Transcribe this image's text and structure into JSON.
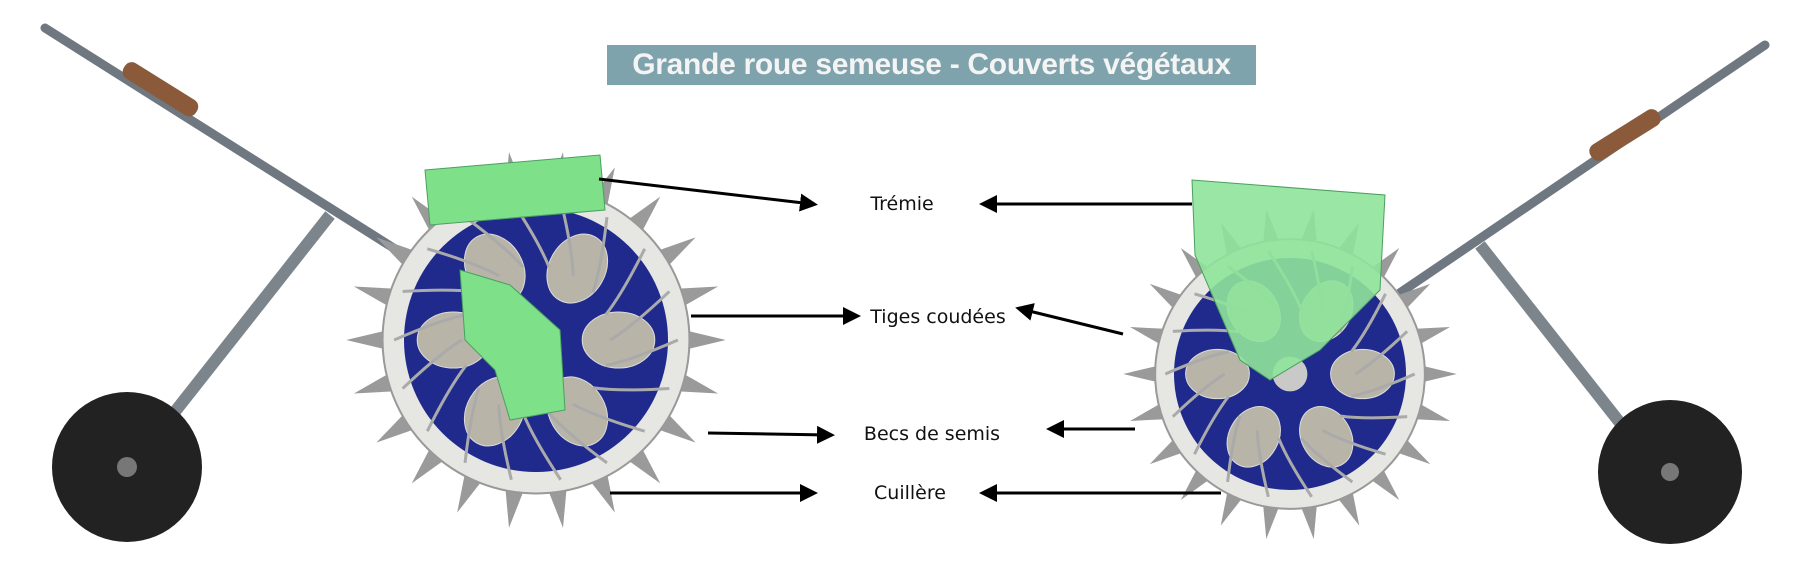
{
  "title": "Grande roue semeuse - Couverts végétaux",
  "labels": {
    "tremie": "Trémie",
    "tiges": "Tiges coudées",
    "becs": "Becs de semis",
    "cuillere": "Cuillère"
  },
  "colors": {
    "title_bg": "#7fa3ac",
    "wheel_blue": "#1f2a8c",
    "hopper_green": "#7fe08a",
    "spike_gray": "#9a9a9a",
    "arrow": "#000000"
  }
}
